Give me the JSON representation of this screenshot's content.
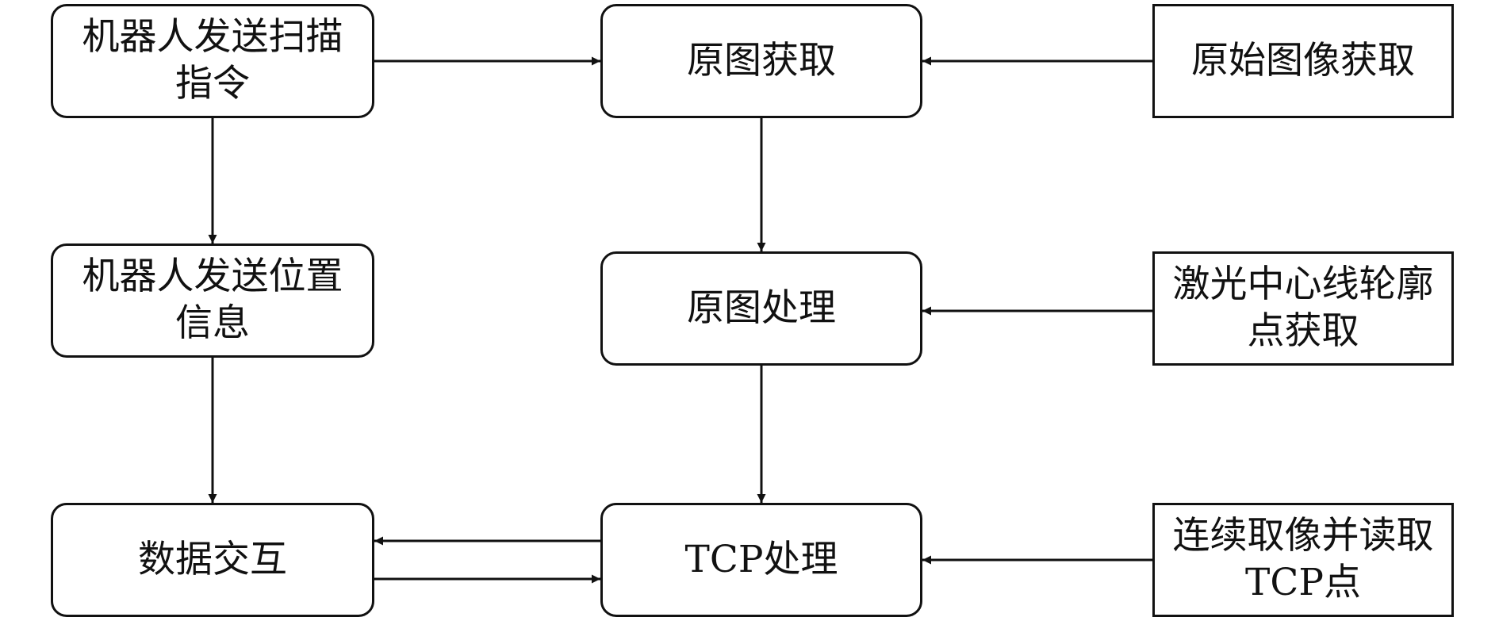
{
  "nodes": {
    "send_scan": "机器人发送扫描\n指令",
    "send_position": "机器人发送位置\n信息",
    "data_exchange": "数据交互",
    "original_acquire": "原图获取",
    "original_process": "原图处理",
    "tcp_process": "TCP处理",
    "raw_image_acquire": "原始图像获取",
    "laser_center_line": "激光中心线轮廓\n点获取",
    "continuous_capture": "连续取像并读取\nTCP点"
  },
  "edges": [
    {
      "from": "send_scan",
      "to": "original_acquire"
    },
    {
      "from": "send_scan",
      "to": "send_position"
    },
    {
      "from": "send_position",
      "to": "data_exchange"
    },
    {
      "from": "raw_image_acquire",
      "to": "original_acquire"
    },
    {
      "from": "original_acquire",
      "to": "original_process"
    },
    {
      "from": "laser_center_line",
      "to": "original_process"
    },
    {
      "from": "original_process",
      "to": "tcp_process"
    },
    {
      "from": "tcp_process",
      "to": "data_exchange"
    },
    {
      "from": "data_exchange",
      "to": "tcp_process"
    },
    {
      "from": "continuous_capture",
      "to": "tcp_process"
    }
  ],
  "colors": {
    "stroke": "#111111",
    "fill": "#ffffff"
  }
}
